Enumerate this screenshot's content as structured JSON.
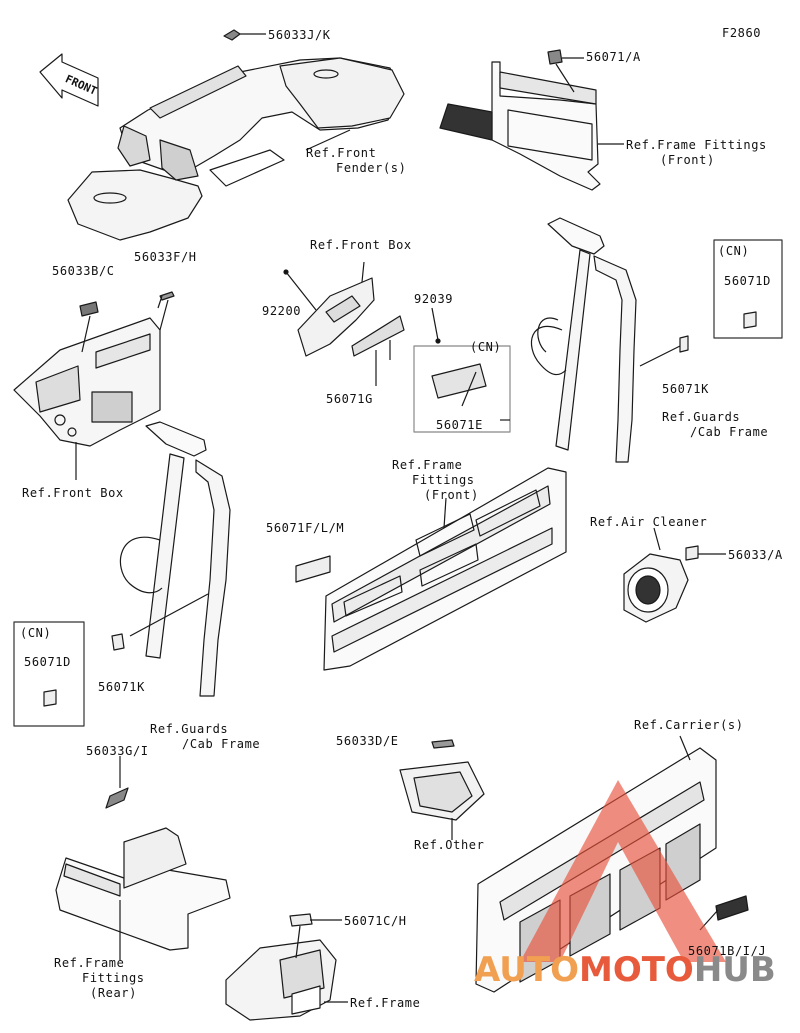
{
  "figure_code": "F2860",
  "front_label": "FRONT",
  "labels": {
    "p56033jk": "56033J/K",
    "ref_front_fender_1": "Ref.Front",
    "ref_front_fender_2": "Fender(s)",
    "p56071a": "56071/A",
    "ref_frame_fittings_front_a1": "Ref.Frame Fittings",
    "ref_frame_fittings_front_a2": "(Front)",
    "p56033bc": "56033B/C",
    "p56033fh": "56033F/H",
    "ref_front_box_top": "Ref.Front Box",
    "p92200": "92200",
    "p92039": "92039",
    "cn_mid": "(CN)",
    "p56071g": "56071G",
    "p56071e": "56071E",
    "cn_right": "(CN)",
    "p56071d_right": "56071D",
    "p56071k_right": "56071K",
    "ref_guards_right_1": "Ref.Guards",
    "ref_guards_right_2": "/Cab Frame",
    "ref_front_box_left": "Ref.Front Box",
    "ref_frame_fittings_mid_1": "Ref.Frame",
    "ref_frame_fittings_mid_2": "Fittings",
    "ref_frame_fittings_mid_3": "(Front)",
    "p56071flm": "56071F/L/M",
    "ref_air_cleaner": "Ref.Air Cleaner",
    "p56033a": "56033/A",
    "cn_left": "(CN)",
    "p56071d_left": "56071D",
    "p56071k_left": "56071K",
    "ref_guards_left_1": "Ref.Guards",
    "ref_guards_left_2": "/Cab Frame",
    "p56033gi": "56033G/I",
    "p56033de": "56033D/E",
    "ref_other": "Ref.Other",
    "ref_carriers": "Ref.Carrier(s)",
    "ref_frame_fittings_rear_1": "Ref.Frame",
    "ref_frame_fittings_rear_2": "Fittings",
    "ref_frame_fittings_rear_3": "(Rear)",
    "p56071ch": "56071C/H",
    "ref_frame": "Ref.Frame",
    "p56071bij": "56071B/I/J"
  },
  "watermark": {
    "part1": "AUTO",
    "part2": "MOTO",
    "part3": "HUB"
  },
  "colors": {
    "line": "#1a1a1a",
    "shade": "#6e6e6e",
    "watermark_red": "#e8503a",
    "watermark_orange": "#f0a050",
    "watermark_grey": "#8a8a8a"
  }
}
